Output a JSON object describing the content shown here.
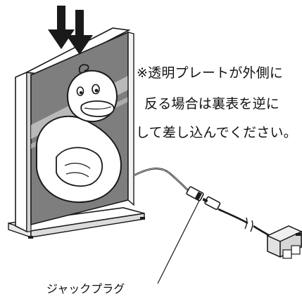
{
  "notes": {
    "line1": "※透明プレートが外側に",
    "line2": "反る場合は裏表を逆に",
    "line3": "して差し込んでください。"
  },
  "callout": {
    "jack_plug_label": "ジャックプラグ"
  },
  "illustration": {
    "subject": "acrylic display stand with duck artwork, power cord and AC adapter",
    "arrow_count": 2,
    "colors": {
      "panel": "#7e7e7e",
      "outline": "#1a1a1a",
      "background": "#ffffff"
    }
  }
}
